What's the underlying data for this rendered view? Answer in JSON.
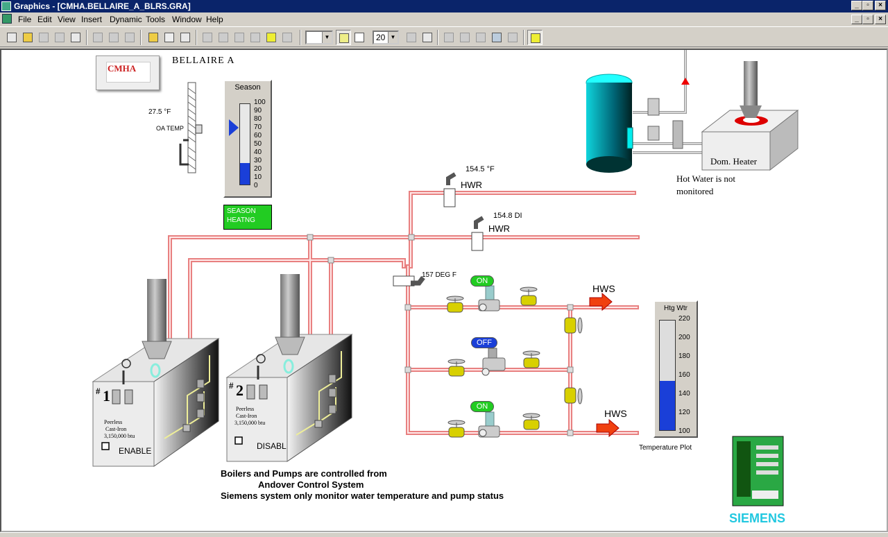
{
  "window": {
    "title": "Graphics - [CMHA.BELLAIRE_A_BLRS.GRA]"
  },
  "menu": [
    "File",
    "Edit",
    "View",
    "Insert",
    "Dynamic",
    "Tools",
    "Window",
    "Help"
  ],
  "toolbar": {
    "grid_size": "20",
    "icons": [
      "new-icon",
      "open-icon",
      "save-icon",
      "key-icon",
      "print-icon",
      "cut-icon",
      "copy-icon",
      "paste-icon",
      "open-folder-icon",
      "home-icon",
      "network-icon",
      "object-icon",
      "back-icon",
      "forward-icon",
      "select-icon",
      "grid-icon",
      "properties-icon",
      "bulb-icon"
    ]
  },
  "graphic": {
    "logo_text": "CMHA",
    "site_name": "BELLAIRE  A",
    "oa_temp": {
      "value": "27.5 °F",
      "label": "OA TEMP"
    },
    "season_gauge": {
      "title": "Season",
      "ticks": [
        "100",
        "90",
        "80",
        "70",
        "60",
        "50",
        "40",
        "30",
        "20",
        "10",
        "0"
      ],
      "level": 0.27,
      "pointer": 0.7
    },
    "season_status": {
      "line1": "SEASON",
      "line2": "HEATNG",
      "color": "#22cc22"
    },
    "hwr_sensor_1": {
      "value": "154.5 °F",
      "label": "HWR"
    },
    "hwr_sensor_2": {
      "value": "154.8 DI",
      "label": "HWR"
    },
    "supply_sensor": {
      "value": "157 DEG F"
    },
    "pumps": [
      {
        "status": "ON",
        "color": "#22cc22"
      },
      {
        "status": "OFF",
        "color": "#1a3fd8"
      },
      {
        "status": "ON",
        "color": "#22cc22"
      }
    ],
    "hws_labels": [
      "HWS",
      "HWS"
    ],
    "boilers": [
      {
        "number": "1",
        "maker": "Peerless",
        "type": "Cast-Iron",
        "rating": "3,150,000 btu",
        "state": "ENABLE"
      },
      {
        "number": "2",
        "maker": "Peerless",
        "type": "Cast-Iron",
        "rating": "3,150,000 btu",
        "state": "DISABL"
      }
    ],
    "dom_heater": {
      "label": "Dom. Heater",
      "note_line1": "Hot Water is not",
      "note_line2": "monitored"
    },
    "htg_gauge": {
      "title": "Htg Wtr",
      "ticks": [
        "220",
        "200",
        "180",
        "160",
        "140",
        "120",
        "100"
      ],
      "level": 0.45,
      "caption": "Temperature Plot"
    },
    "notes": {
      "line1": "Boilers and Pumps are controlled from",
      "line2": "Andover Control System",
      "line3": "Siemens system only monitor water temperature and pump status"
    },
    "siemens_label": "SIEMENS"
  },
  "colors": {
    "pipe": "#e88080",
    "pipe_inner": "#fdd",
    "gauge_fill": "#1a3fd8",
    "siemens": "#22c8e0",
    "valve_yellow": "#d8d000"
  }
}
